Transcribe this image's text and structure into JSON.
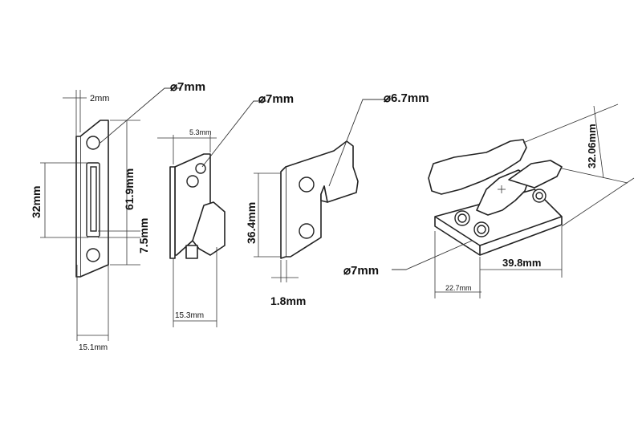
{
  "labels": {
    "strike_width_top": "2mm",
    "strike_hole": "⌀7mm",
    "strike_slot_height": "32mm",
    "strike_height": "61.9mm",
    "strike_gap": "7.5mm",
    "strike_width": "15.1mm",
    "hook_top": "5.3mm",
    "hook_hole": "⌀7mm",
    "hook_width": "15.3mm",
    "keeper_hole": "⌀6.7mm",
    "keeper_height": "36.4mm",
    "keeper_thickness": "1.8mm",
    "latch_height": "32.06mm",
    "latch_hole": "⌀7mm",
    "latch_length": "39.8mm",
    "latch_spacing": "22.7mm"
  }
}
